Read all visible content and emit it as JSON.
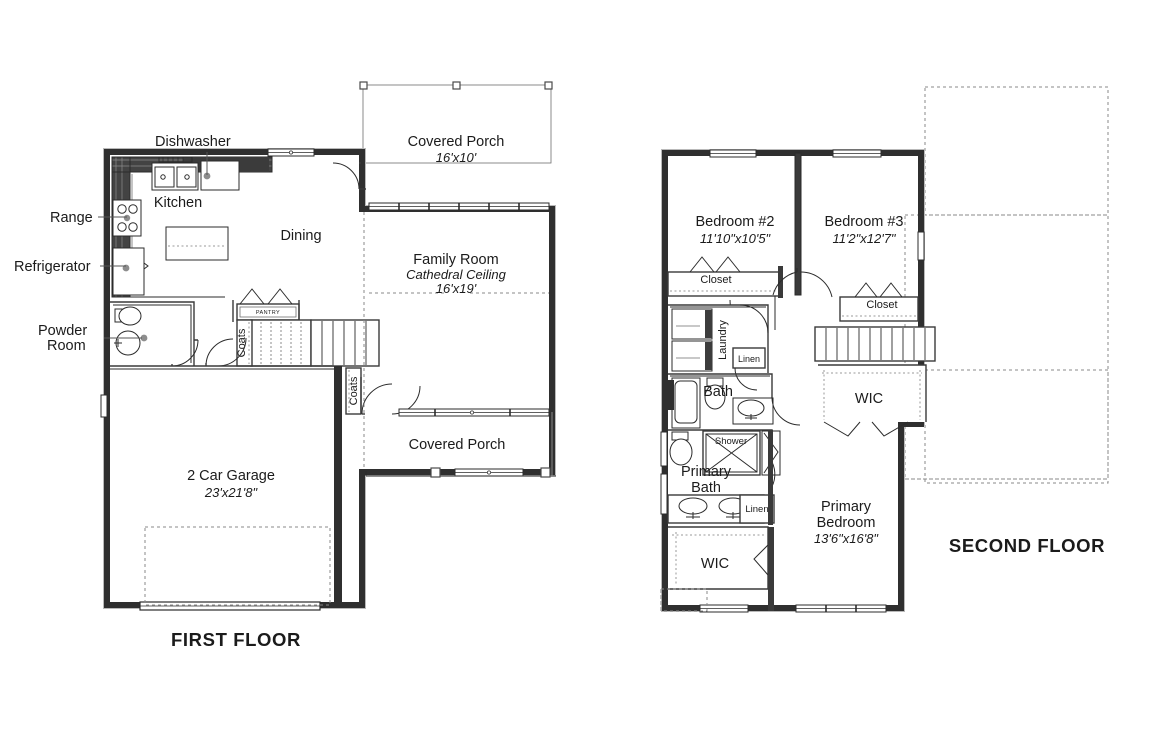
{
  "document": {
    "type": "residential-floor-plan",
    "floors": [
      {
        "id": "first",
        "label": "FIRST FLOOR"
      },
      {
        "id": "second",
        "label": "SECOND FLOOR"
      }
    ]
  },
  "first_floor": {
    "label": "FIRST FLOOR",
    "callouts": [
      {
        "name": "dishwasher",
        "label": "Dishwasher"
      },
      {
        "name": "range",
        "label": "Range"
      },
      {
        "name": "refrigerator",
        "label": "Refrigerator"
      },
      {
        "name": "powder-room",
        "label": "Powder",
        "label2": "Room"
      }
    ],
    "rooms": [
      {
        "name": "kitchen",
        "label": "Kitchen",
        "dimensions": ""
      },
      {
        "name": "dining",
        "label": "Dining",
        "dimensions": ""
      },
      {
        "name": "covered-porch-rear",
        "label": "Covered Porch",
        "dimensions": "16'x10'"
      },
      {
        "name": "family-room",
        "label": "Family Room",
        "note": "Cathedral Ceiling",
        "dimensions": "16'x19'"
      },
      {
        "name": "covered-porch-front",
        "label": "Covered Porch",
        "dimensions": ""
      },
      {
        "name": "garage",
        "label": "2 Car Garage",
        "dimensions": "23'x21'8\""
      }
    ],
    "closets": [
      {
        "name": "pantry",
        "label": "PANTRY"
      },
      {
        "name": "coats-1",
        "label": "Coats"
      },
      {
        "name": "coats-2",
        "label": "Coats"
      }
    ]
  },
  "second_floor": {
    "label": "SECOND FLOOR",
    "rooms": [
      {
        "name": "bedroom-2",
        "label": "Bedroom #2",
        "dimensions": "11'10\"x10'5\""
      },
      {
        "name": "bedroom-3",
        "label": "Bedroom #3",
        "dimensions": "11'2\"x12'7\""
      },
      {
        "name": "primary-bedroom",
        "label": "Primary",
        "label2": "Bedroom",
        "dimensions": "13'6\"x16'8\""
      },
      {
        "name": "laundry",
        "label": "Laundry",
        "dimensions": ""
      },
      {
        "name": "bath",
        "label": "Bath",
        "dimensions": ""
      },
      {
        "name": "primary-bath",
        "label": "Primary",
        "label2": "Bath",
        "dimensions": ""
      }
    ],
    "closets": [
      {
        "name": "closet-bedroom-2",
        "label": "Closet"
      },
      {
        "name": "closet-bedroom-3",
        "label": "Closet"
      },
      {
        "name": "linen-hall",
        "label": "Linen"
      },
      {
        "name": "linen-primary",
        "label": "Linen"
      },
      {
        "name": "wic-upper",
        "label": "WIC"
      },
      {
        "name": "wic-lower",
        "label": "WIC"
      },
      {
        "name": "shower",
        "label": "Shower"
      }
    ]
  },
  "colors": {
    "wall": "#2f2f2f",
    "wall_light": "#b9b9b9",
    "line": "#2b2b2b",
    "hidden_line": "#8a8a8a",
    "background": "#ffffff",
    "text": "#1b1b1b"
  }
}
